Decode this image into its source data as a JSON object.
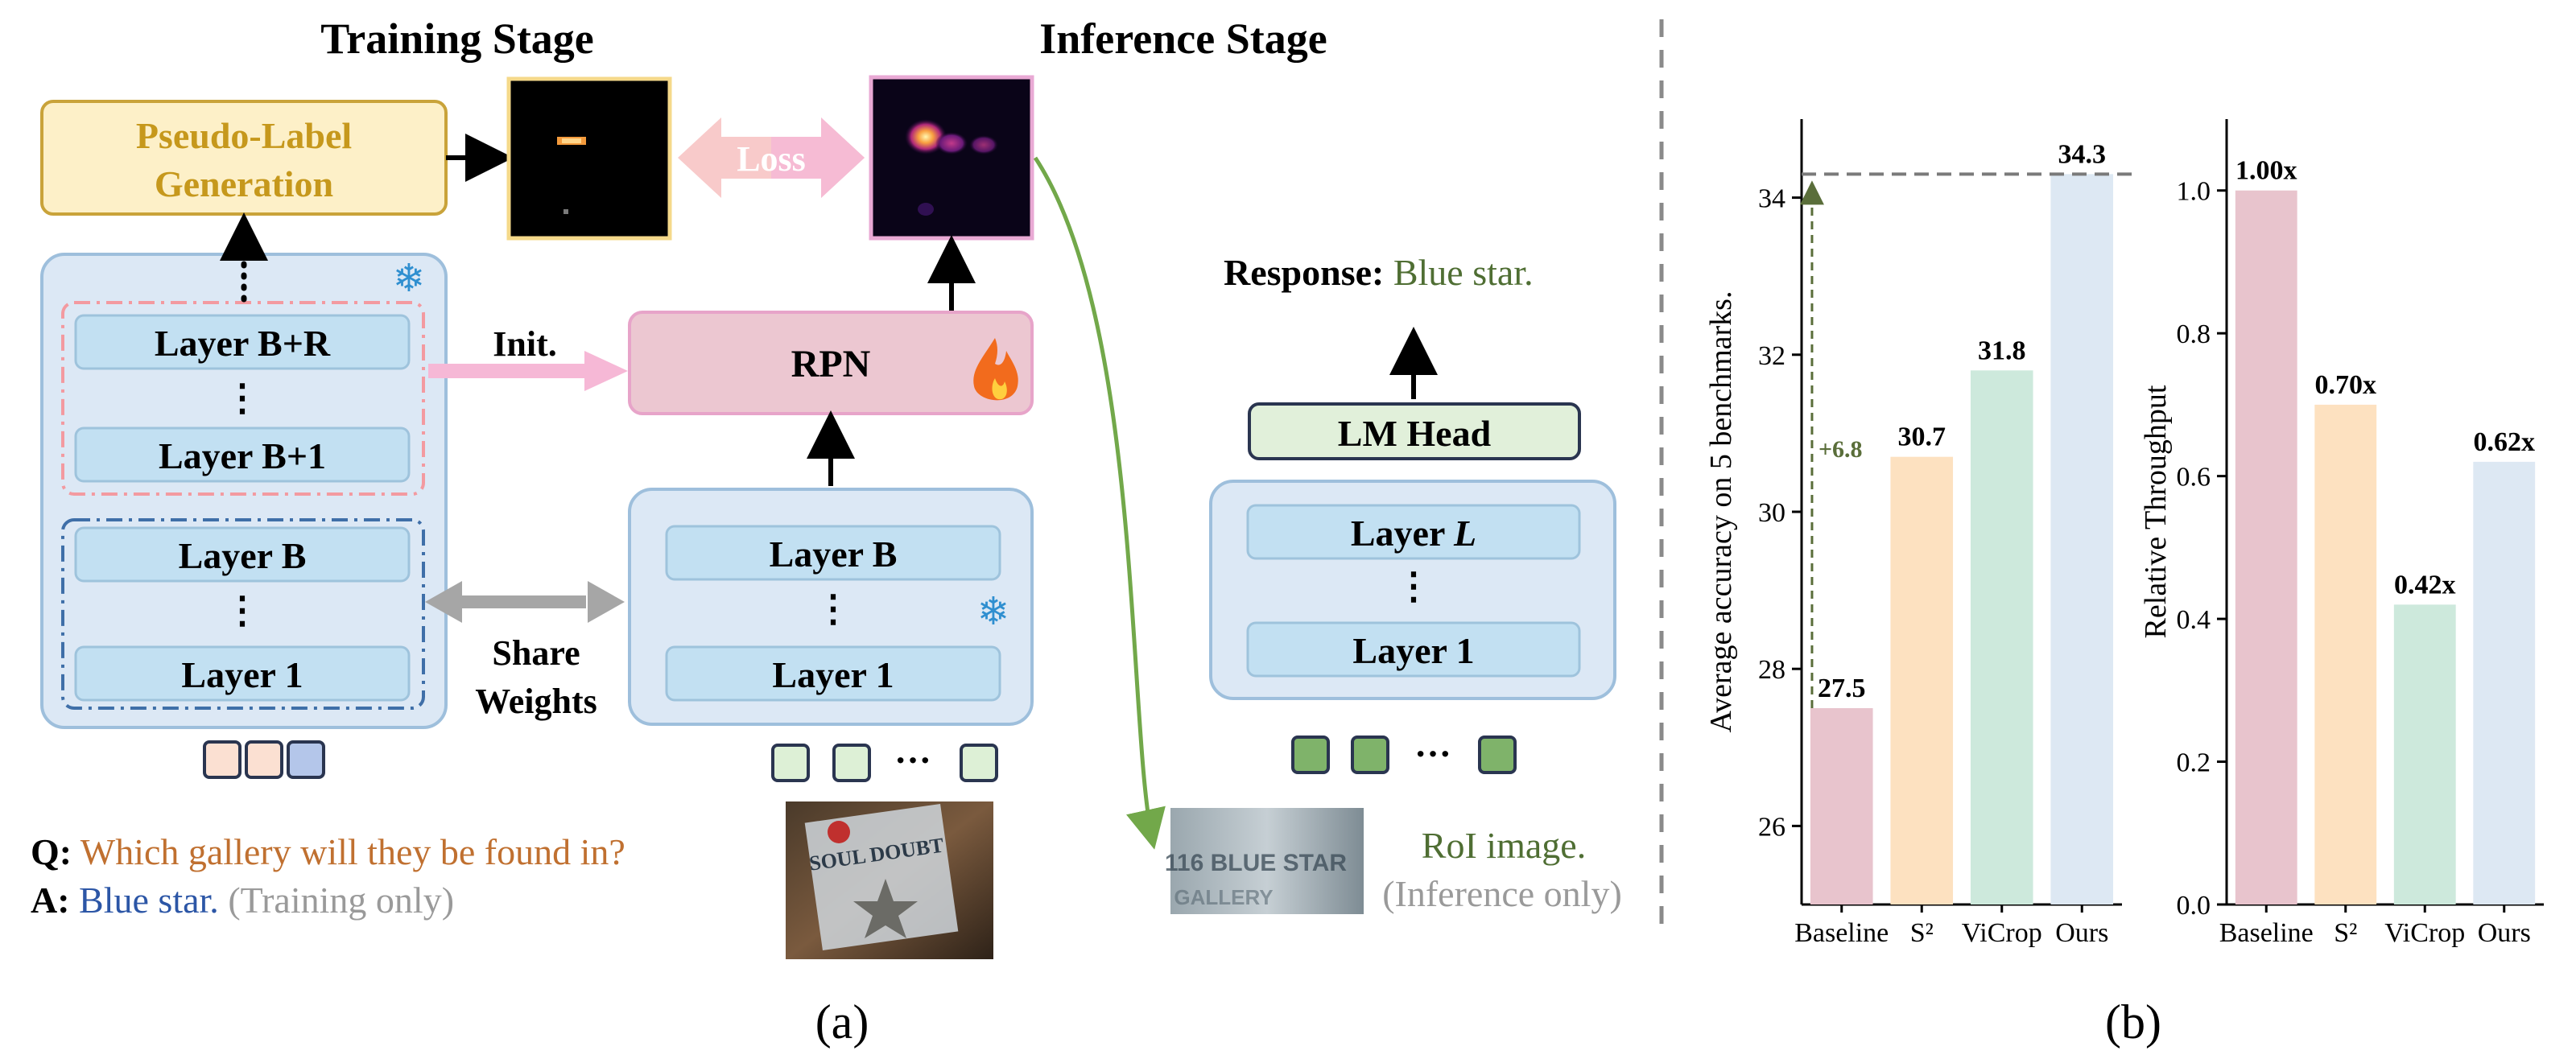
{
  "panel_a": {
    "title_training": "Training Stage",
    "title_inference": "Inference Stage",
    "pseudo_label": [
      "Pseudo-Label",
      "Generation"
    ],
    "left_stack": {
      "layer_br": "Layer B+R",
      "layer_b1": "Layer B+1",
      "layer_b": "Layer B",
      "layer_1": "Layer 1"
    },
    "init_label": "Init.",
    "rpn_label": "RPN",
    "loss_label": "Loss",
    "share_weights": [
      "Share",
      "Weights"
    ],
    "mid_stack": {
      "layer_b": "Layer B",
      "layer_1": "Layer 1"
    },
    "token_dots": "···",
    "response_prefix": "Response:",
    "response_text": " Blue star.",
    "lm_head": "LM Head",
    "right_stack": {
      "layer_l_prefix": "Layer ",
      "layer_l_var": "L",
      "layer_1": "Layer 1"
    },
    "q_prefix": "Q:",
    "q_text": " Which gallery will they be found in?",
    "a_prefix": "A:",
    "a_text": " Blue star.",
    "a_note": " (Training only)",
    "roi_label": "RoI image.",
    "roi_note": "(Inference only)",
    "photo_text": [
      "SOUL DOUBT"
    ],
    "roi_photo_text": [
      "116 BLUE STAR",
      "GALLERY"
    ],
    "caption": "(a)",
    "icons": [
      "snowflake-icon",
      "fire-icon"
    ]
  },
  "panel_b": {
    "caption": "(b)",
    "colors": [
      "#e8c4cd",
      "#fde1c0",
      "#cde9dc",
      "#dde8f3"
    ],
    "dash_line_color": "#7a7a7a",
    "arrow_color": "#5a6e3a"
  },
  "chart_data": [
    {
      "type": "bar",
      "categories": [
        "Baseline",
        "S²",
        "ViCrop",
        "Ours"
      ],
      "values": [
        27.5,
        30.7,
        31.8,
        34.3
      ],
      "value_labels": [
        "27.5",
        "30.7",
        "31.8",
        "34.3"
      ],
      "ylabel": "Average accuracy on 5 benchmarks.",
      "ylim": [
        25,
        35
      ],
      "yticks": [
        26,
        28,
        30,
        32,
        34
      ],
      "annotation": "+6.8",
      "reference_line": 34.3
    },
    {
      "type": "bar",
      "categories": [
        "Baseline",
        "S²",
        "ViCrop",
        "Ours"
      ],
      "values": [
        1.0,
        0.7,
        0.42,
        0.62
      ],
      "value_labels": [
        "1.00x",
        "0.70x",
        "0.42x",
        "0.62x"
      ],
      "ylabel": "Relative Throughput",
      "ylim": [
        0,
        1.1
      ],
      "yticks": [
        0.0,
        0.2,
        0.4,
        0.6,
        0.8,
        1.0
      ],
      "ytick_labels": [
        "0.0",
        "0.2",
        "0.4",
        "0.6",
        "0.8",
        "1.0"
      ]
    }
  ]
}
